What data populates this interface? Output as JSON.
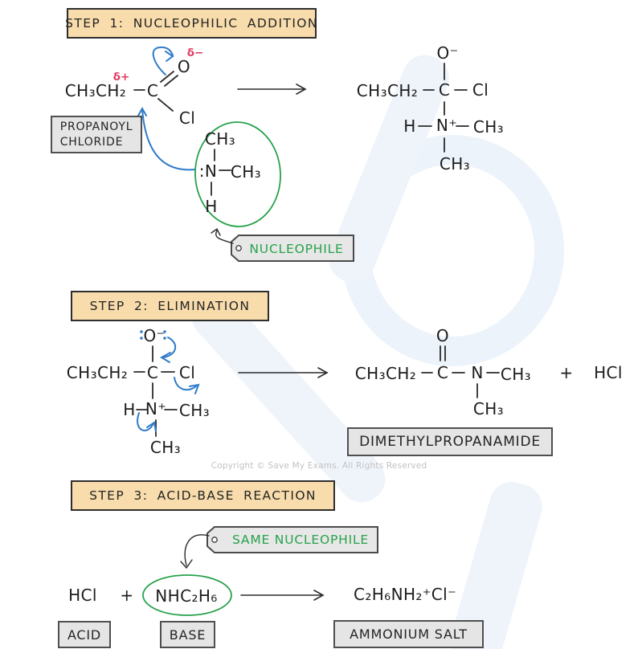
{
  "colors": {
    "accent_peach": "#F8DCAC",
    "label_gray": "#E5E5E5",
    "green": "#27A24B",
    "blue": "#2F7CC9",
    "red": "#E03A60",
    "ink": "#1D1D1D"
  },
  "step1": {
    "title": "STEP 1: NUCLEOPHILIC ADDITION",
    "reactant": {
      "chain": "CH₃CH₂",
      "carbon": "C",
      "oxygen": "O",
      "chlorine": "Cl",
      "delta_plus": "δ+",
      "delta_minus": "δ−",
      "label": "PROPANOYL\nCHLORIDE"
    },
    "nucleophile": {
      "methyl_top": "CH₃",
      "nitrogen": ":N",
      "methyl_right": "CH₃",
      "hydrogen": "H",
      "tag_label": "NUCLEOPHILE"
    },
    "product": {
      "oxygen": "O⁻",
      "chain": "CH₃CH₂",
      "carbon": "C",
      "chlorine": "Cl",
      "hydrogen": "H",
      "nitrogen": "N⁺",
      "methyl_right": "CH₃",
      "methyl_bottom": "CH₃"
    }
  },
  "step2": {
    "title": "STEP 2: ELIMINATION",
    "reactant": {
      "oxygen": "O⁻",
      "chain": "CH₃CH₂",
      "carbon": "C",
      "chlorine": "Cl",
      "hydrogen": "H",
      "nitrogen": "N⁺",
      "methyl_right": "CH₃",
      "methyl_bottom": "CH₃"
    },
    "product": {
      "oxygen": "O",
      "chain": "CH₃CH₂",
      "carbon": "C",
      "nitrogen": "N",
      "methyl_right": "CH₃",
      "methyl_bottom": "CH₃",
      "plus": "+",
      "byproduct": "HCl",
      "label": "DIMETHYLPROPANAMIDE"
    }
  },
  "step3": {
    "title": "STEP 3: ACID-BASE REACTION",
    "tag_label": "SAME NUCLEOPHILE",
    "acid_formula": "HCl",
    "plus": "+",
    "base_formula": "NHC₂H₆",
    "product_formula": "C₂H₆NH₂⁺Cl⁻",
    "acid_label": "ACID",
    "base_label": "BASE",
    "salt_label": "AMMONIUM SALT"
  },
  "copyright": "Copyright © Save My Exams. All Rights Reserved"
}
